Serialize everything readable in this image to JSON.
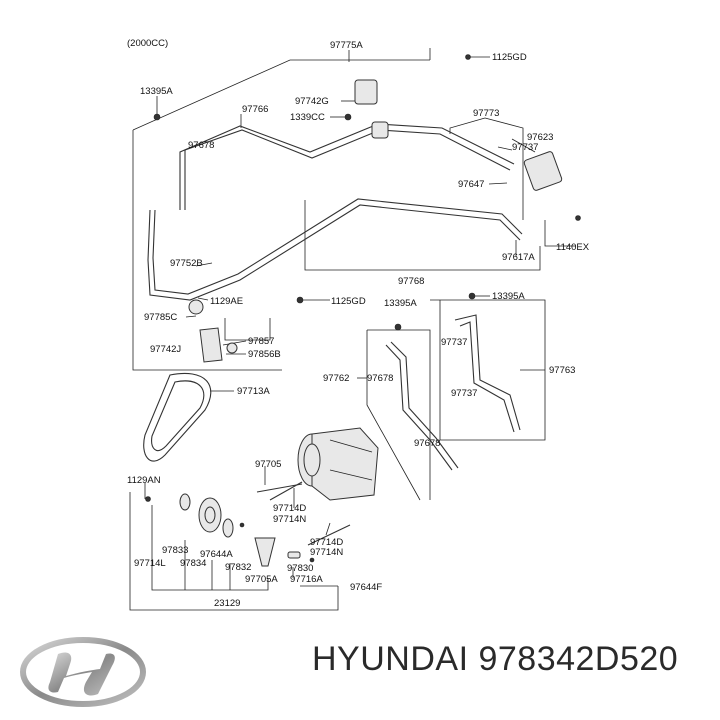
{
  "engine_note": "(2000CC)",
  "labels": {
    "p97775A": "97775A",
    "p1125GD_top": "1125GD",
    "p13395A_left": "13395A",
    "p97742G": "97742G",
    "p97766": "97766",
    "p1339CC": "1339CC",
    "p97773": "97773",
    "p97678_top": "97678",
    "p97623": "97623",
    "p97737_top": "97737",
    "p97647": "97647",
    "p1140EX": "1140EX",
    "p97617A": "97617A",
    "p97752B": "97752B",
    "p97768": "97768",
    "p1129AE": "1129AE",
    "p1125GD_mid": "1125GD",
    "p97785C": "97785C",
    "p13395A_mid": "13395A",
    "p13395A_right": "13395A",
    "p97857": "97857",
    "p97742J": "97742J",
    "p97856B": "97856B",
    "p97737_mid": "97737",
    "p97762": "97762",
    "p97678_mid": "97678",
    "p97763": "97763",
    "p97737_low": "97737",
    "p97713A": "97713A",
    "p97678_low": "97678",
    "p97705": "97705",
    "p1129AN": "1129AN",
    "p97714D_a": "97714D",
    "p97714N_a": "97714N",
    "p97714D_b": "97714D",
    "p97714N_b": "97714N",
    "p97833": "97833",
    "p97644A": "97644A",
    "p97714L": "97714L",
    "p97834": "97834",
    "p97832": "97832",
    "p97830": "97830",
    "p97705A": "97705A",
    "p97716A": "97716A",
    "p97644F": "97644F",
    "p23129": "23129"
  },
  "footer": {
    "brand_text": "HYUNDAI 978342D520",
    "logo_icon": "hyundai-logo-icon"
  }
}
